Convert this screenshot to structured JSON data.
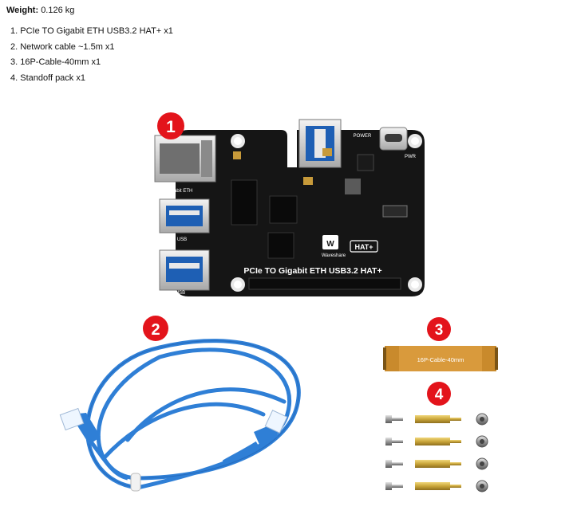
{
  "header": {
    "weight_label": "Weight:",
    "weight_value": "0.126 kg"
  },
  "items": [
    "1. PCIe TO Gigabit ETH USB3.2 HAT+ x1",
    "2. Network cable ~1.5m x1",
    "3. 16P-Cable-40mm x1",
    "4. Standoff pack x1"
  ],
  "badges": [
    "1",
    "2",
    "3",
    "4"
  ],
  "board": {
    "title": "PCIe TO Gigabit ETH USB3.2 HAT+",
    "label_eth": "Gigabit ETH",
    "label_usb_top": "USB",
    "label_usb_left1": "USB",
    "label_usb_left2": "USB",
    "label_power": "POWER",
    "label_pwr": "PWR",
    "brand": "Waveshare",
    "hat_badge": "HAT+"
  },
  "cable": {
    "label": "16P-Cable-40mm"
  },
  "colors": {
    "badge_red": "#e3141b",
    "board_black": "#151515",
    "cable_blue": "#2f7fd6",
    "ribbon_orange": "#d99a3c",
    "brass": "#c9a53a"
  }
}
